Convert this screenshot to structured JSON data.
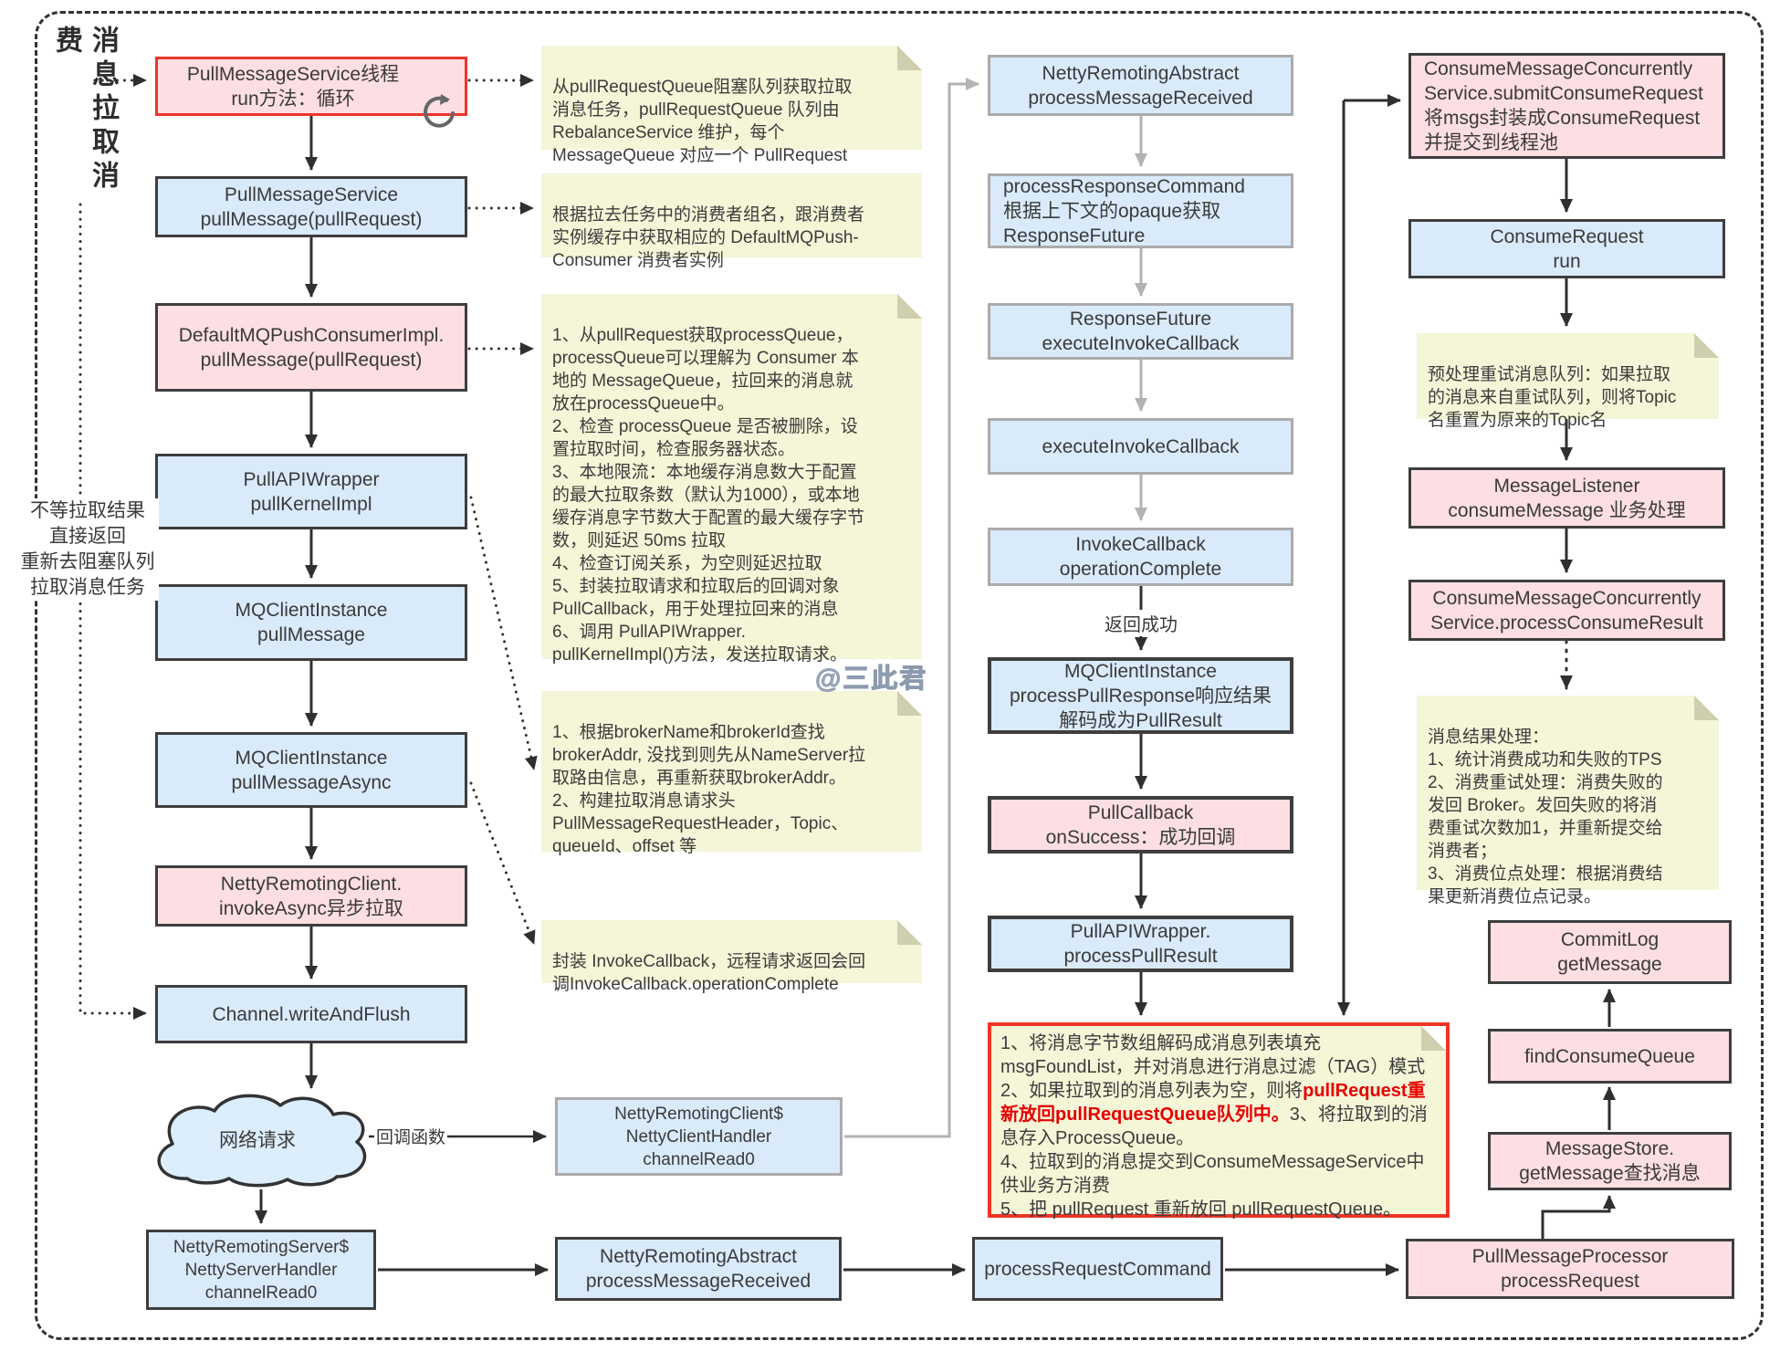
{
  "title": "消息拉取消费",
  "watermark": "@三此君",
  "side_note": "不等拉取结果\n直接返回\n重新去阻塞队列\n拉取消息任务",
  "labels": {
    "callback": "回调函数",
    "return_success": "返回成功"
  },
  "colors": {
    "box_blue": "#d9eafb",
    "box_pink": "#fcdee3",
    "note_yellow": "#f5f5d8",
    "red_accent": "#ee3529",
    "red_text": "#e60000",
    "gray_line": "#b3b3b3"
  },
  "boxes": {
    "pull_message_service_thread": "PullMessageService线程\nrun方法：循环",
    "pull_message_service": "PullMessageService\npullMessage(pullRequest)",
    "default_mq_push_consumer_impl": "DefaultMQPushConsumerImpl.\npullMessage(pullRequest)",
    "pull_api_wrapper": "PullAPIWrapper\npullKernelImpl",
    "mq_client_instance_pull_message": "MQClientInstance\npullMessage",
    "mq_client_instance_pull_message_async": "MQClientInstance\npullMessageAsync",
    "netty_remoting_client_invoke_async": "NettyRemotingClient.\ninvokeAsync异步拉取",
    "channel_write_and_flush": "Channel.writeAndFlush",
    "network_request": "网络请求",
    "netty_server_handler": "NettyRemotingServer$\nNettyServerHandler\nchannelRead0",
    "netty_client_handler": "NettyRemotingClient$\nNettyClientHandler\nchannelRead0",
    "netty_remoting_abstract_bottom": "NettyRemotingAbstract\nprocessMessageReceived",
    "process_request_command": "processRequestCommand",
    "pull_message_processor": "PullMessageProcessor\nprocessRequest",
    "netty_remoting_abstract_top": "NettyRemotingAbstract\nprocessMessageReceived",
    "process_response_command": "processResponseCommand\n根据上下文的opaque获取\nResponseFuture",
    "response_future_execute": "ResponseFuture\nexecuteInvokeCallback",
    "execute_invoke_callback": "executeInvokeCallback",
    "invoke_callback_operation_complete": "InvokeCallback\noperationComplete",
    "process_pull_response": "MQClientInstance\nprocessPullResponse响应结果\n解码成为PullResult",
    "pull_callback_on_success": "PullCallback\nonSuccess：成功回调",
    "process_pull_result": "PullAPIWrapper.\nprocessPullResult",
    "submit_consume_request": "ConsumeMessageConcurrently\nService.submitConsumeRequest\n将msgs封装成ConsumeRequest\n并提交到线程池",
    "consume_request_run": "ConsumeRequest\nrun",
    "message_listener_consume": "MessageListener\nconsumeMessage 业务处理",
    "process_consume_result": "ConsumeMessageConcurrently\nService.processConsumeResult",
    "commit_log_get_message": "CommitLog\ngetMessage",
    "find_consume_queue": "findConsumeQueue",
    "message_store_get_message": "MessageStore.\ngetMessage查找消息"
  },
  "notes": {
    "pull_request_queue": "从pullRequestQueue阻塞队列获取拉取\n消息任务，pullRequestQueue 队列由\nRebalanceService 维护，每个\nMessageQueue 对应一个 PullRequest",
    "consumer_group": "根据拉去任务中的消费者组名，跟消费者\n实例缓存中获取相应的 DefaultMQPush-\nConsumer 消费者实例",
    "pull_message_steps": "1、从pullRequest获取processQueue，\nprocessQueue可以理解为 Consumer 本\n地的 MessageQueue，拉回来的消息就\n放在processQueue中。\n2、检查 processQueue 是否被删除，设\n置拉取时间，检查服务器状态。\n3、本地限流：本地缓存消息数大于配置\n的最大拉取条数（默认为1000），或本地\n缓存消息字节数大于配置的最大缓存字节\n数，则延迟 50ms 拉取\n4、检查订阅关系，为空则延迟拉取\n5、封装拉取请求和拉取后的回调对象\nPullCallback，用于处理拉回来的消息\n6、调用 PullAPIWrapper.\npullKernelImpl()方法，发送拉取请求。",
    "broker_addr": "1、根据brokerName和brokerId查找\nbrokerAddr, 没找到则先从NameServer拉\n取路由信息，再重新获取brokerAddr。\n2、构建拉取消息请求头\nPullMessageRequestHeader，Topic、\nqueueId、offset 等",
    "invoke_callback_wrap": "封装 InvokeCallback，远程请求返回会回\n调InvokeCallback.operationComplete",
    "retry_topic_reset": "预处理重试消息队列：如果拉取\n的消息来自重试队列，则将Topic\n名重置为原来的Topic名",
    "consume_result_handle": "消息结果处理：\n1、统计消费成功和失败的TPS\n2、消费重试处理：消费失败的\n发回 Broker。发回失败的将消\n费重试次数加1，并重新提交给\n消费者；\n3、消费位点处理：根据消费结\n果更新消费位点记录。",
    "pull_result_part1": "1、将消息字节数组解码成消息列表填充\nmsgFoundList，并对消息进行消息过滤（TAG）模式\n2、如果拉取到的消息列表为空，则将",
    "pull_result_part2_red": "pullRequest重\n新放回pullRequestQueue队列中。",
    "pull_result_part3": "3、将拉取到的消息存入ProcessQueue。\n4、拉取到的消息提交到ConsumeMessageService中\n供业务方消费\n5、把 pullRequest 重新放回 pullRequestQueue。"
  }
}
